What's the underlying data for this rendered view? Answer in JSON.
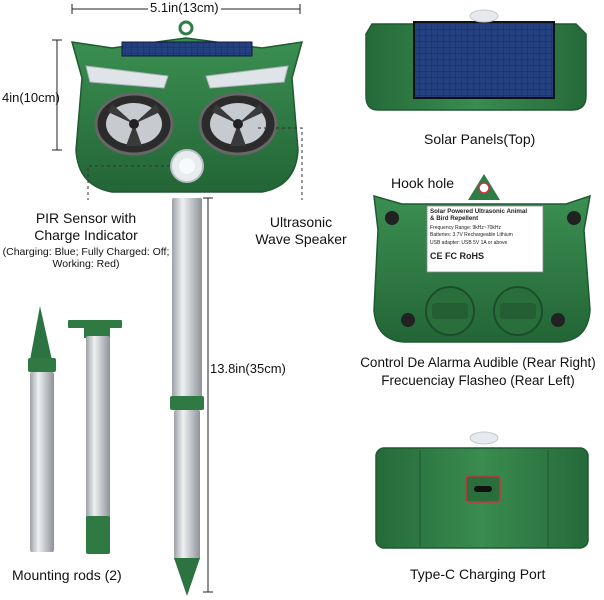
{
  "dimensions": {
    "width": "5.1in(13cm)",
    "height": "4in(10cm)",
    "length": "13.8in(35cm)"
  },
  "labels": {
    "pir_title_1": "PIR Sensor with",
    "pir_title_2": "Charge Indicator",
    "pir_note_1": "(Charging: Blue; Fully Charged: Off;",
    "pir_note_2": "Working: Red)",
    "speaker_1": "Ultrasonic",
    "speaker_2": "Wave Speaker",
    "mounting_rods": "Mounting rods (2)",
    "solar_panels": "Solar Panels(Top)",
    "hook_hole": "Hook hole",
    "control_1": "Control De Alarma Audible (Rear Right)",
    "control_2": "Frecuenciay Flasheo (Rear Left)",
    "typec": "Type-C Charging Port"
  },
  "rear_sticker": {
    "title_1": "Solar Powered Ultrasonic Animal",
    "title_2": "& Bird Repellent",
    "spec_1": "Frequency Range: 9kHz~70kHz",
    "spec_2": "Batteries: 3.7V Rechargeable Lithium",
    "spec_3": "USB adapter: USB 5V 1A or above",
    "marks": "CE  FC  RoHS"
  },
  "colors": {
    "housing_green": "#2f7d44",
    "housing_dark": "#1f5a30",
    "stake_silver": "#c9ccd0",
    "solar_blue": "#1c2f66"
  }
}
